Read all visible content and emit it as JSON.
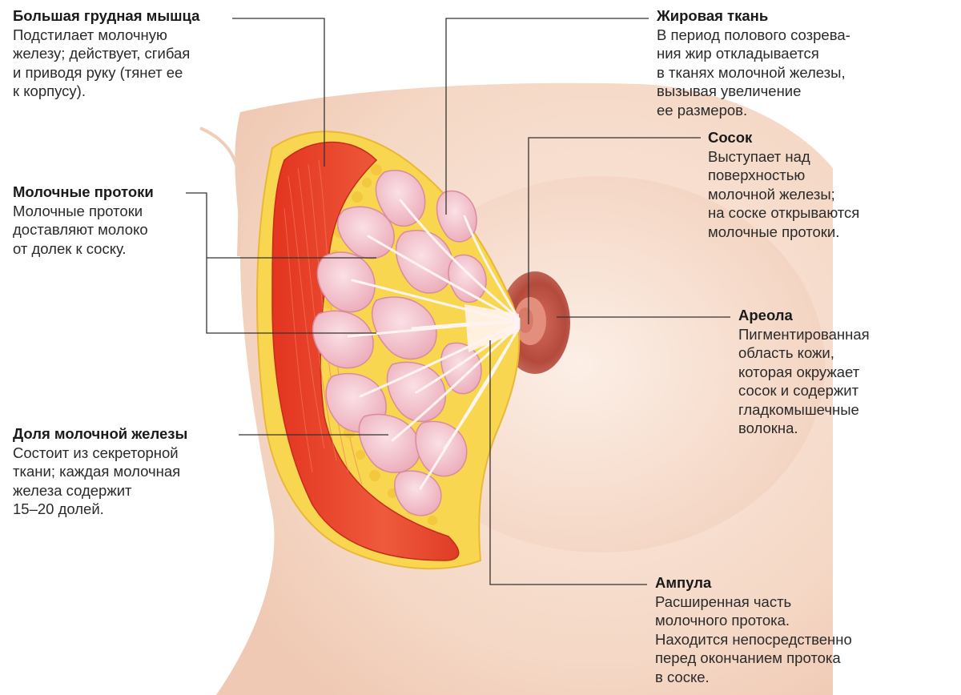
{
  "labels": {
    "pectoral_muscle": {
      "title": "Большая грудная мышца",
      "desc": "Подстилает молочную\nжелезу; действует, сгибая\nи приводя руку (тянет ее\nк корпусу)."
    },
    "milk_ducts": {
      "title": "Молочные протоки",
      "desc": "Молочные протоки\nдоставляют молоко\nот долек к соску."
    },
    "gland_lobe": {
      "title": "Доля молочной железы",
      "desc": "Состоит из секреторной\nткани; каждая молочная\nжелеза содержит\n15–20 долей."
    },
    "fat_tissue": {
      "title": "Жировая ткань",
      "desc": "В период полового созрева-\nния жир откладывается\nв тканях молочной железы,\nвызывая увеличение\nее размеров."
    },
    "nipple": {
      "title": "Сосок",
      "desc": "Выступает над\nповерхностью\nмолочной железы;\nна соске открываются\nмолочные протоки."
    },
    "areola": {
      "title": "Ареола",
      "desc": "Пигментированная\nобласть кожи,\nкоторая окружает\nсосок и содержит\nгладкомышечные\nволокна."
    },
    "ampulla": {
      "title": "Ампула",
      "desc": "Расширенная часть\nмолочного протока.\nНаходится непосредственно\nперед окончанием протока\nв соске."
    }
  },
  "colors": {
    "skin": "#f6dccd",
    "muscle": "#e8442e",
    "fat": "#f6d24a",
    "lobule": "#f1b8c3",
    "areola": "#b0483a",
    "leader_line": "#333333"
  }
}
